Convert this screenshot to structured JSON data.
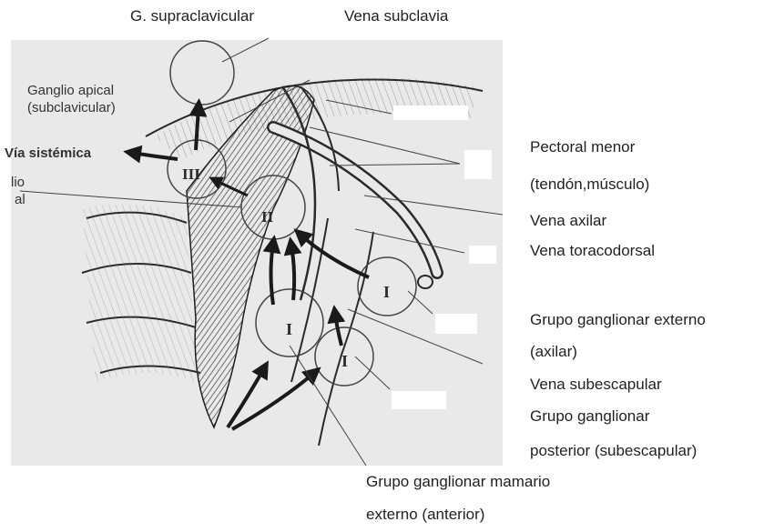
{
  "top_labels": {
    "supraclavicular": "G. supraclavicular",
    "subclavia": "Vena subclavia"
  },
  "right_labels": {
    "pectoral_1": "Pectoral menor",
    "pectoral_2": "(tendón,músculo)",
    "vena_axilar": "Vena axilar",
    "toracodorsal": "Vena toracodorsal",
    "externo_1": "Grupo ganglionar externo",
    "externo_2": "(axilar)",
    "subescapular": "Vena subescapular",
    "posterior_1": "Grupo ganglionar",
    "posterior_2": "posterior (subescapular)"
  },
  "bottom_labels": {
    "mamario_1": "Grupo ganglionar mamario",
    "mamario_2": "externo (anterior)"
  },
  "illustration_labels": {
    "apical_1": "Ganglio apical",
    "apical_2": "(subclavicular)",
    "via_sistemica": "Vía sistémica",
    "ganglio_fragment_1": "lio",
    "ganglio_fragment_2": "al"
  },
  "node_numerals": {
    "level_three": "III",
    "level_two": "II",
    "level_one": "I"
  },
  "colors": {
    "illustration_bg": "#e9e9e9",
    "ink": "#2a2a2a",
    "text": "#222222"
  }
}
